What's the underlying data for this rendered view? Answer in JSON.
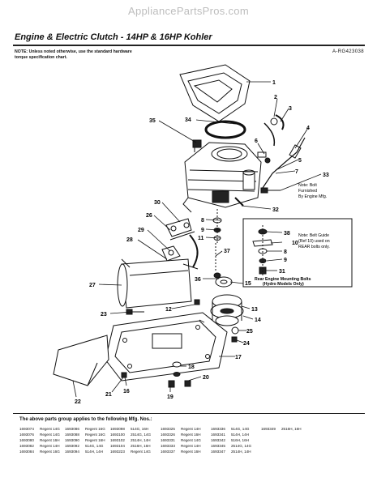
{
  "watermark": "AppliancePartsPros.com",
  "title": "Engine & Electric Clutch - 14HP & 16HP Kohler",
  "note": "NOTE: Unless noted otherwise, use the standard hardware torque specification chart.",
  "ref_code": "A-RG423038",
  "callouts": {
    "bolt_note": [
      "Note: Bolt",
      "Furnished",
      "By Engine Mfg."
    ],
    "guide_note": [
      "Note: Belt Guide",
      "(Ref 10) used on",
      "REAR bolts only."
    ],
    "mount_caption": [
      "Rear Engine Mounting Bolts",
      "(Hydro Models Only)"
    ]
  },
  "part_numbers": [
    "1",
    "2",
    "3",
    "4",
    "5",
    "6",
    "7",
    "8",
    "9",
    "10",
    "11",
    "12",
    "13",
    "14",
    "15",
    "16",
    "17",
    "18",
    "19",
    "20",
    "21",
    "22",
    "23",
    "24",
    "25",
    "26",
    "27",
    "28",
    "29",
    "30",
    "31",
    "32",
    "33",
    "34",
    "35",
    "36",
    "37",
    "38"
  ],
  "applies_text": "The above parts group applies to the following Mfg. Nos.:",
  "mfg_rows": [
    [
      "1693074",
      "Regent 14G",
      "1693086",
      "Regent 16G",
      "1693098",
      "514G, 16H",
      "1693325",
      "Regent 14H",
      "1693336",
      "514G, 14G",
      "1693349",
      "2516H, 16H"
    ],
    [
      "1693076",
      "Regent 14G",
      "1693088",
      "Regent 16G",
      "1693100",
      "2514G, 14G",
      "1693326",
      "Regent 16H",
      "1693341",
      "514H, 14H",
      "",
      ""
    ],
    [
      "1693080",
      "Regent 16H",
      "1693090",
      "Regent 16H",
      "1693102",
      "2514H, 14H",
      "1693331",
      "Regent 14G",
      "1693342",
      "516H, 16H",
      "",
      ""
    ],
    [
      "1693082",
      "Regent 14H",
      "1693092",
      "514G, 14G",
      "1693104",
      "2516H, 16H",
      "1693333",
      "Regent 14H",
      "1693345",
      "2514G, 14G",
      "",
      ""
    ],
    [
      "1693084",
      "Regent 16G",
      "1693094",
      "514H, 14H",
      "1693223",
      "Regent 14G",
      "1693337",
      "Regent 16H",
      "1693347",
      "2514H, 14H",
      "",
      ""
    ]
  ]
}
